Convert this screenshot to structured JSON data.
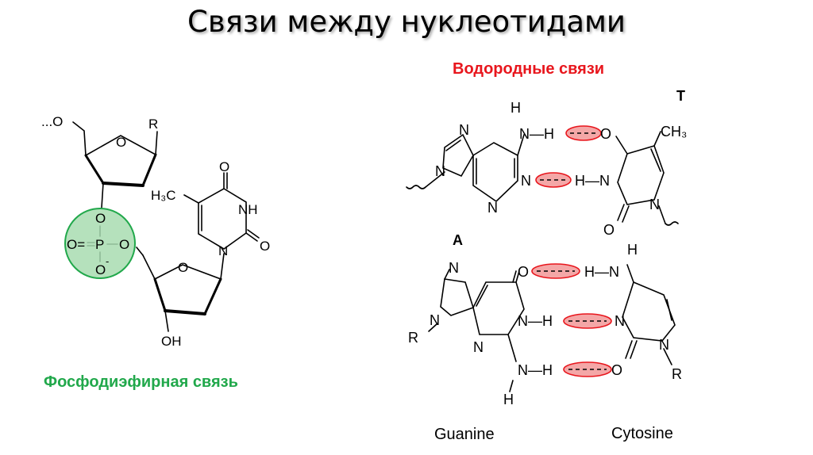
{
  "slide": {
    "title": "Связи между нуклеотидами",
    "hydrogen_bonds_label": "Водородные связи",
    "phosphodiester_label": "Фосфодиэфирная связь"
  },
  "colors": {
    "hydrogen_bond_highlight": "#f4a7a7",
    "hydrogen_bond_outline": "#e8161d",
    "phosphate_fill": "#a8dcb0",
    "phosphate_outline": "#21a84b"
  },
  "left_molecule": {
    "chain_in": "...O",
    "r_group": "R",
    "ring_o_top": "O",
    "ring_o_bottom": "O",
    "phosphate": {
      "o_top": "O",
      "o_left": "O=",
      "p": "P",
      "o_right": "O",
      "o_bottom": "O",
      "minus": "-"
    },
    "thymine": {
      "methyl": "H₃C",
      "carbonyl_top": "O",
      "nh": "NH",
      "carbonyl_right": "O",
      "n": "N"
    },
    "hydroxyl": "OH"
  },
  "at_pair": {
    "label_a": "A",
    "label_t": "T",
    "amine_h": "H",
    "amine": "N—H",
    "o_top": "O",
    "methyl": "CH₃",
    "adenine_n_ring1": "N",
    "adenine_n_ring2": "N",
    "adenine_n_bottom": "N",
    "adenine_n_bond": "N",
    "thymine_hn": "H—N",
    "thymine_n": "N",
    "thymine_o_bottom": "O"
  },
  "gc_pair": {
    "guanine_label": "Guanine",
    "cytosine_label": "Cytosine",
    "g_n_top": "N",
    "g_n_left": "N",
    "g_r": "R",
    "g_o": "O",
    "g_nh": "N—H",
    "g_n_ring": "N",
    "g_nh2": "N—H",
    "g_h_bottom": "H",
    "c_h_top": "H",
    "c_hn": "H—N",
    "c_n": "N",
    "c_n_bottom": "N",
    "c_o": "O",
    "c_r": "R"
  }
}
